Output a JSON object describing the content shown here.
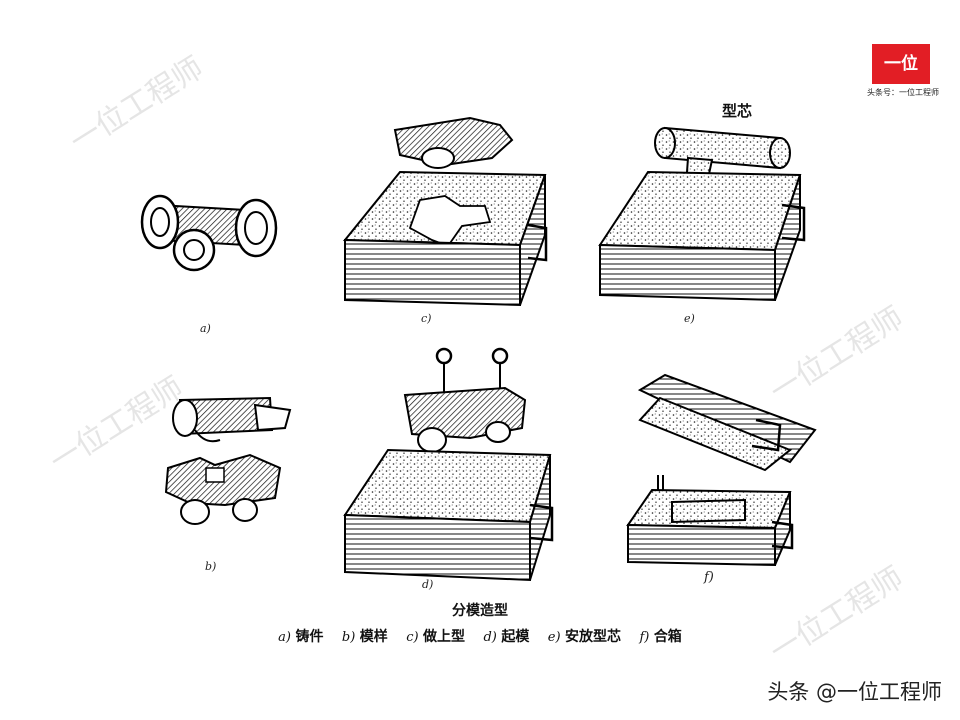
{
  "figure_title": "分模造型",
  "subfigure_labels": {
    "a": "a)",
    "b": "b)",
    "c": "c)",
    "d": "d)",
    "e": "e)",
    "f": "f)"
  },
  "core_label": "型芯",
  "caption_items": [
    {
      "letter": "a)",
      "text": "铸件"
    },
    {
      "letter": "b)",
      "text": "模样"
    },
    {
      "letter": "c)",
      "text": "做上型"
    },
    {
      "letter": "d)",
      "text": "起模"
    },
    {
      "letter": "e)",
      "text": "安放型芯"
    },
    {
      "letter": "f)",
      "text": "合箱"
    }
  ],
  "logo": {
    "badge_text": "一位",
    "subtitle": "头条号：一位工程师",
    "color": "#e21e25"
  },
  "footer_watermark": "头条 @一位工程师",
  "background_watermark": "一位工程师"
}
